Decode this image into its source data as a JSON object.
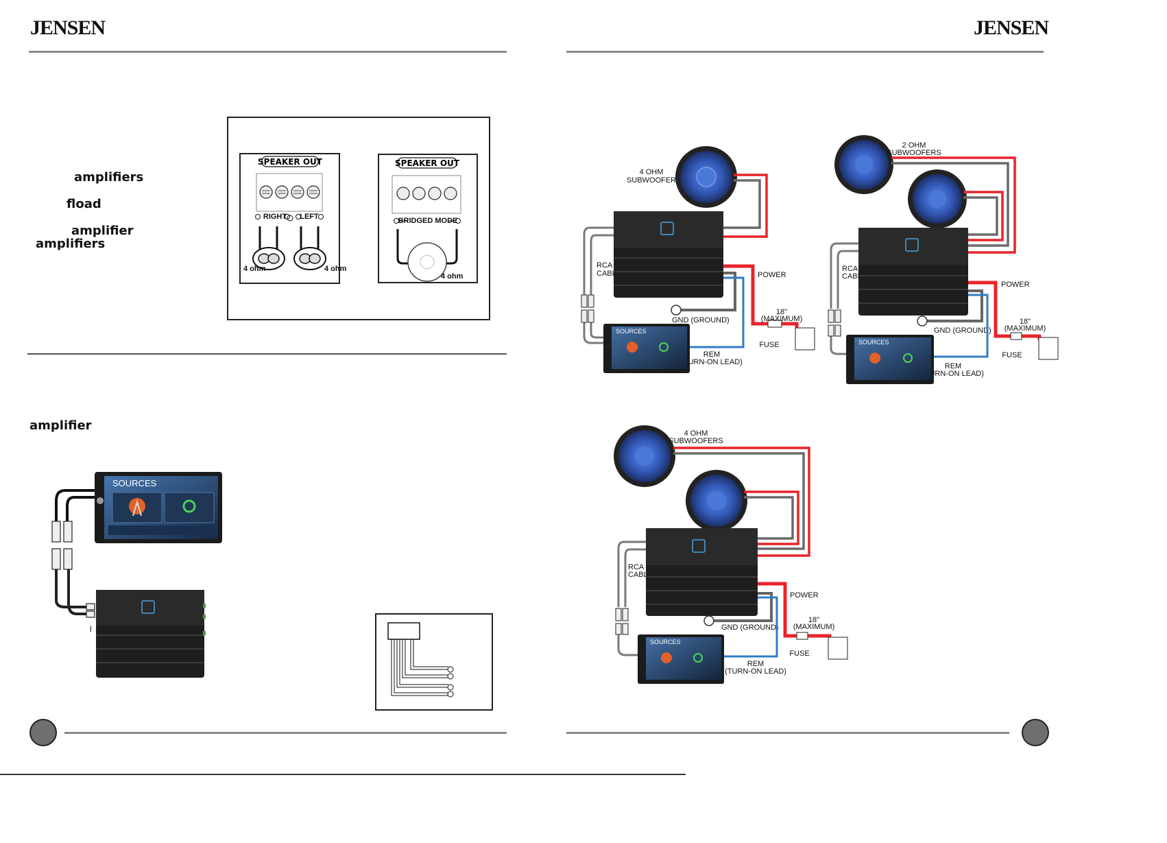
{
  "header": {
    "left_logo": "JENSEN",
    "right_logo": "JENSEN"
  },
  "left_page": {
    "text_fragments": {
      "f1": "amplifiers",
      "f2": "fload",
      "f3": "amplifier",
      "f4": "amplifiers",
      "f5": "amplifier",
      "f6": "l"
    },
    "speaker_panel": {
      "left": {
        "title": "SPEAKER OUT",
        "right": "RIGHT",
        "left": "LEFT",
        "ohm_left": "4 ohm",
        "ohm_right": "4 ohm"
      },
      "right": {
        "title": "SPEAKER OUT",
        "mode": "BRIDGED MODE",
        "ohm": "4 ohm"
      }
    },
    "head_unit_title": "SOURCES"
  },
  "right_page": {
    "diagram1": {
      "sub_label": [
        "4 OHM",
        "SUBWOOFER"
      ],
      "rca": [
        "RCA",
        "CABLES"
      ],
      "power": "POWER",
      "fuse_dist": [
        "18\"",
        "(MAXIMUM)"
      ],
      "fuse": "FUSE",
      "gnd": "GND (GROUND)",
      "rem": [
        "REM",
        "(TURN-ON LEAD)"
      ],
      "head_unit_title": "SOURCES"
    },
    "diagram2": {
      "sub_label": [
        "2 OHM",
        "SUBWOOFERS"
      ],
      "rca": [
        "RCA",
        "CABLES"
      ],
      "power": "POWER",
      "fuse_dist": [
        "18\"",
        "(MAXIMUM)"
      ],
      "fuse": "FUSE",
      "gnd": "GND (GROUND)",
      "rem": [
        "REM",
        "(TURN-ON LEAD)"
      ],
      "head_unit_title": "SOURCES"
    },
    "diagram3": {
      "sub_label": [
        "4 OHM",
        "SUBWOOFERS"
      ],
      "rca": [
        "RCA",
        "CABLES"
      ],
      "power": "POWER",
      "fuse_dist": [
        "18\"",
        "(MAXIMUM)"
      ],
      "fuse": "FUSE",
      "gnd": "GND (GROUND)",
      "rem": [
        "REM",
        "(TURN-ON LEAD)"
      ],
      "head_unit_title": "SOURCES"
    }
  },
  "colors": {
    "power": "#e8242b",
    "remote": "#2f7cc8",
    "ground": "#666666",
    "woofer": "#3d6fd6",
    "amp": "#1e1e1e"
  }
}
